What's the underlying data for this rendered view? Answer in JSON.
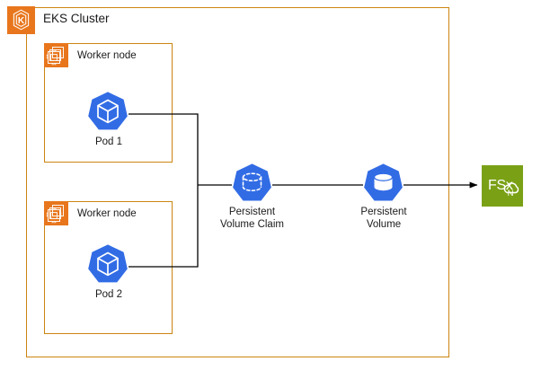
{
  "diagram": {
    "title": "EKS Cluster",
    "colors": {
      "aws_orange": "#e8761c",
      "group_border_orange": "#cc8511",
      "kubernetes_blue": "#326ce5",
      "fsx_green": "#7aa116",
      "connector": "#000000",
      "background": "#ffffff"
    }
  },
  "eks_cluster": {
    "label": "EKS Cluster",
    "icon": "eks-icon",
    "worker_nodes": [
      {
        "label": "Worker node",
        "icon": "ec2-instance-icon",
        "pod": {
          "label": "Pod 1",
          "icon": "kubernetes-pod-icon"
        }
      },
      {
        "label": "Worker node",
        "icon": "ec2-instance-icon",
        "pod": {
          "label": "Pod 2",
          "icon": "kubernetes-pod-icon"
        }
      }
    ],
    "storage_objects": [
      {
        "label_line_1": "Persistent",
        "label_line_2": "Volume Claim",
        "icon": "kubernetes-persistent-volume-claim-icon"
      },
      {
        "label_line_1": "Persistent",
        "label_line_2": "Volume",
        "icon": "kubernetes-persistent-volume-icon"
      }
    ]
  },
  "external_service": {
    "label": "FSx",
    "sublabel": "N",
    "icon": "fsx-for-netapp-ontap-icon"
  },
  "connections": [
    {
      "from": "Pod 1",
      "to": "Persistent Volume Claim",
      "arrow": false
    },
    {
      "from": "Pod 2",
      "to": "Persistent Volume Claim",
      "arrow": false
    },
    {
      "from": "Persistent Volume Claim",
      "to": "Persistent Volume",
      "arrow": false
    },
    {
      "from": "Persistent Volume",
      "to": "FSx",
      "arrow": true
    }
  ]
}
